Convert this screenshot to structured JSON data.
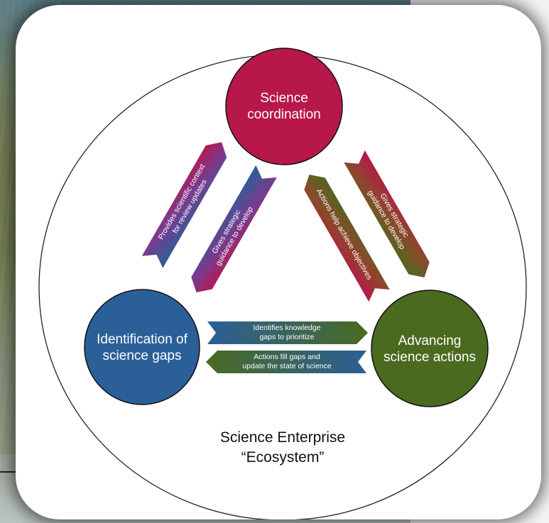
{
  "nodes": {
    "coordination": {
      "label": "Science\ncoordination",
      "color": "#b8174a"
    },
    "gaps": {
      "label": "Identification of\nscience gaps",
      "color": "#2b5f98"
    },
    "actions": {
      "label": "Advancing\nscience actions",
      "color": "#4a6a1f"
    }
  },
  "arrows": {
    "gaps_to_coordination": "Provides scientific context\nfor review updates",
    "coordination_to_gaps": "Gives strategic\nguidance to develop",
    "coordination_to_actions": "Gives strategic\nguidance to develop",
    "actions_to_coordination": "Actions help achieve objectives",
    "gaps_to_actions": "Identifies knowledge\ngaps to prioritize",
    "actions_to_gaps": "Actions fill gaps and\nupdate the state of science"
  },
  "footer": {
    "label": "Science Enterprise\n“Ecosystem”"
  },
  "colors": {
    "red": "#b8174a",
    "purple": "#7a3a8e",
    "blue": "#2b5f98",
    "green": "#4a6a1f",
    "brown": "#8a4a2a"
  }
}
